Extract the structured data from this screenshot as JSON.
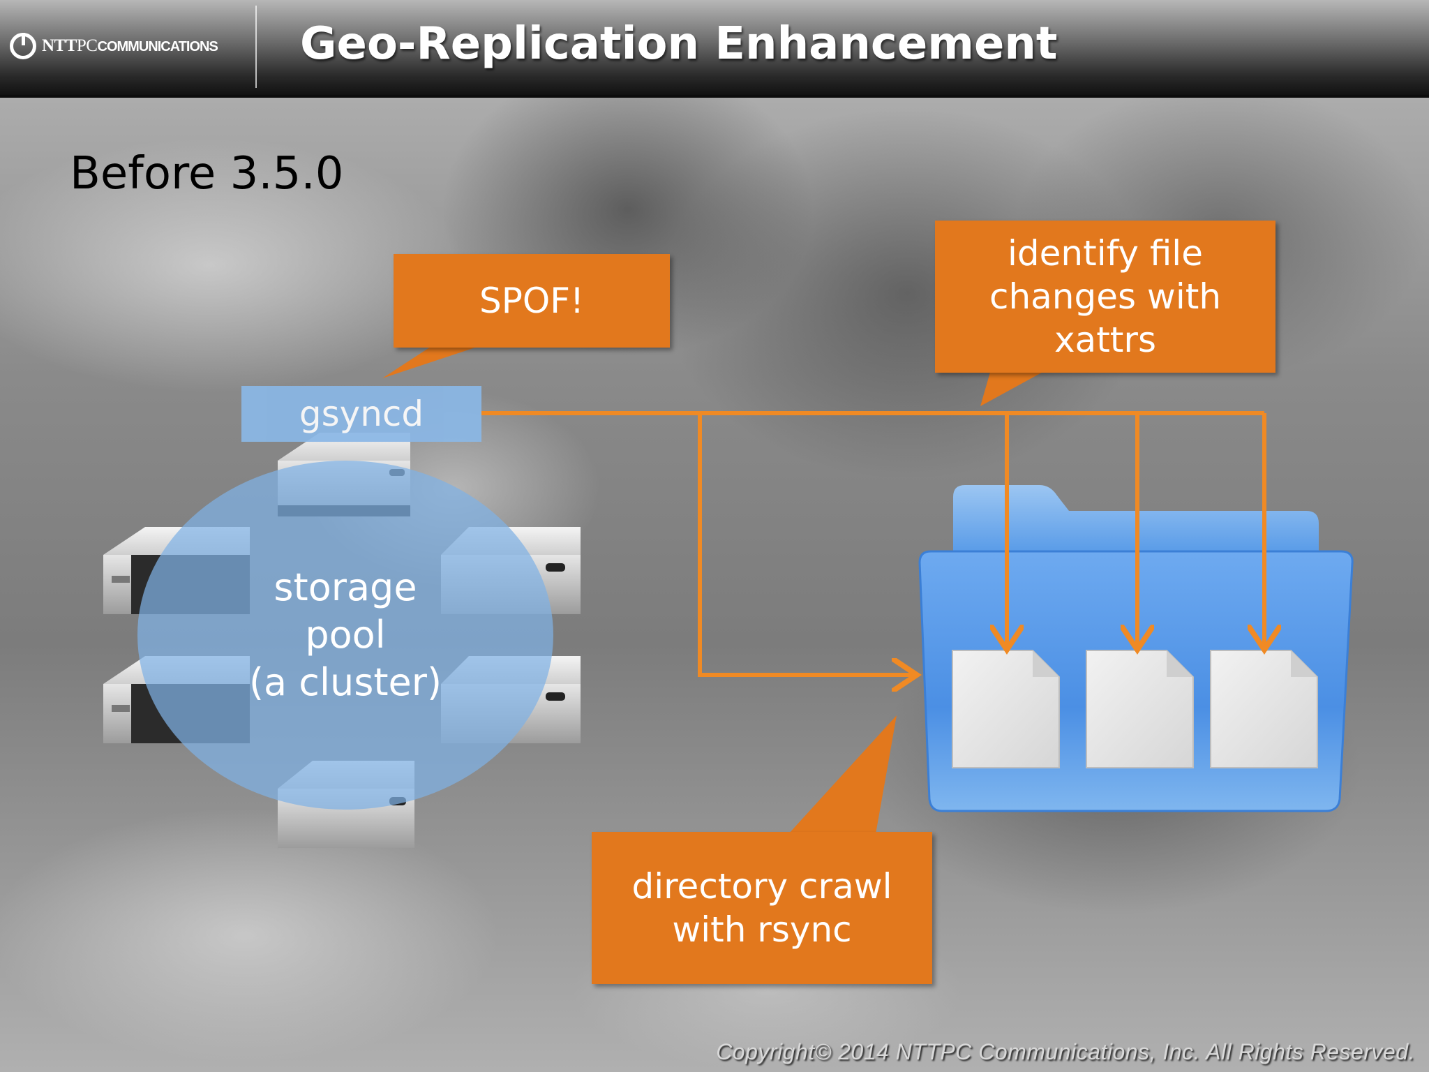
{
  "header": {
    "logo_bold": "NTT",
    "logo_thin": "PC",
    "logo_small": "COMMUNICATIONS",
    "title": "Geo-Replication Enhancement"
  },
  "subtitle": "Before 3.5.0",
  "callouts": {
    "spof": "SPOF!",
    "identify_line1": "identify file",
    "identify_line2": "changes with",
    "identify_line3": "xattrs",
    "crawl_line1": "directory crawl",
    "crawl_line2": "with rsync"
  },
  "diagram": {
    "gsyncd": "gsyncd",
    "pool_line1": "storage",
    "pool_line2": "pool",
    "pool_line3": "(a cluster)"
  },
  "footer": {
    "copyright": "Copyright© 2014 NTTPC Communications, Inc. All Rights Reserved."
  },
  "colors": {
    "callout": "#e2781d",
    "arrow": "#f08a24",
    "pool": "#7fb2e5",
    "folder": "#4f94e6"
  },
  "icons": {
    "server": "server-icon",
    "folder": "folder-icon",
    "document": "document-icon"
  }
}
